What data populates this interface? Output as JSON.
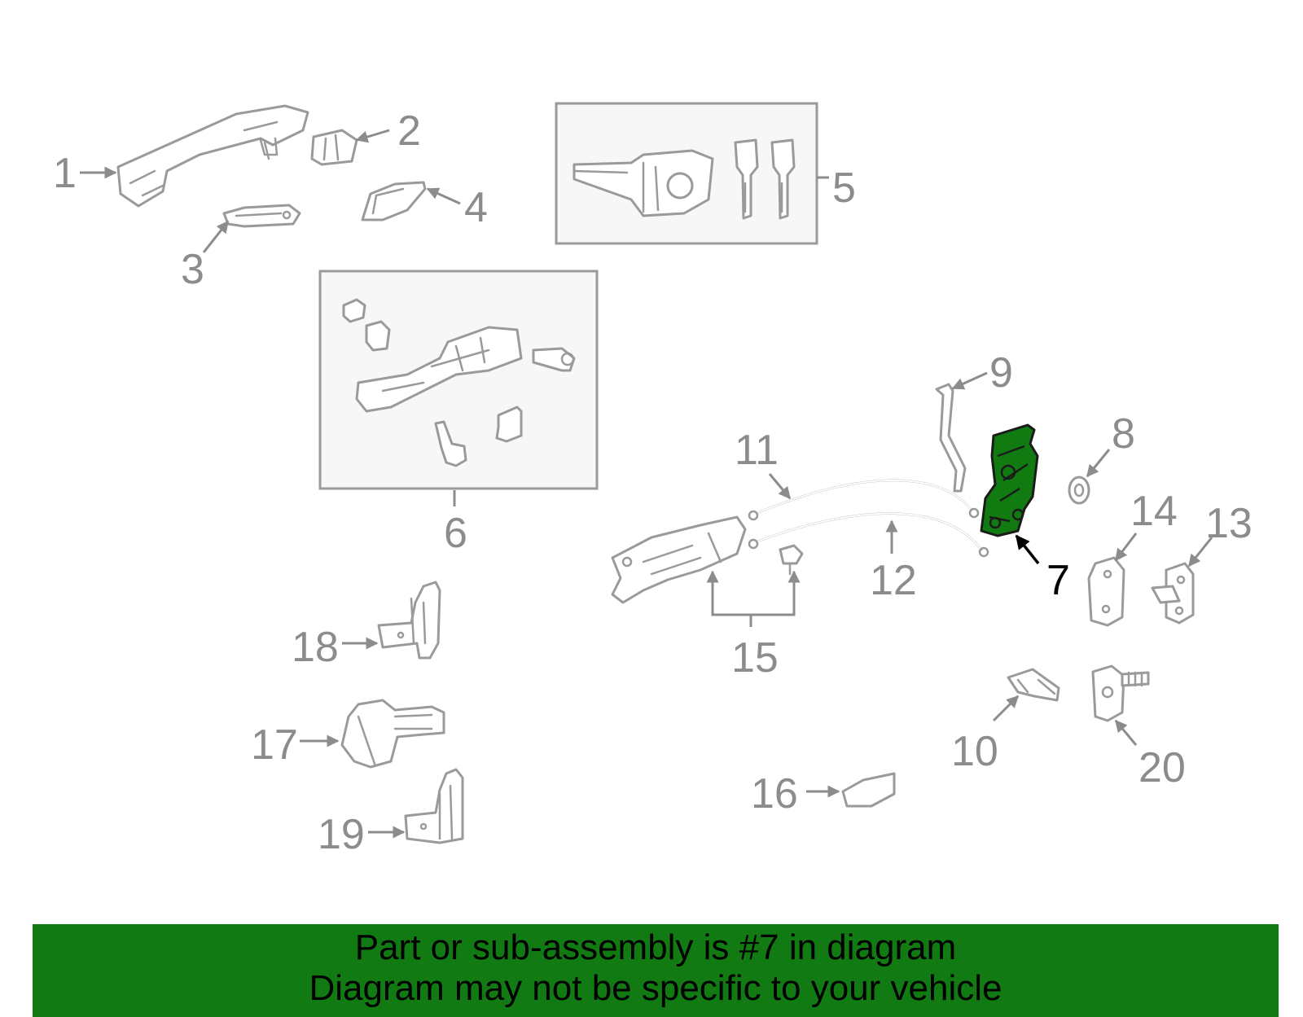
{
  "labels": {
    "p1": "1",
    "p2": "2",
    "p3": "3",
    "p4": "4",
    "p5": "5",
    "p6": "6",
    "p7": "7",
    "p8": "8",
    "p9": "9",
    "p10": "10",
    "p11": "11",
    "p12": "12",
    "p13": "13",
    "p14": "14",
    "p15": "15",
    "p16": "16",
    "p17": "17",
    "p18": "18",
    "p19": "19",
    "p20": "20"
  },
  "highlight": {
    "part": "7",
    "color": "#117a11"
  },
  "banner": {
    "line1": "Part or sub-assembly is #7 in diagram",
    "line2": "Diagram may not be specific to your vehicle",
    "color": "#127a12"
  }
}
